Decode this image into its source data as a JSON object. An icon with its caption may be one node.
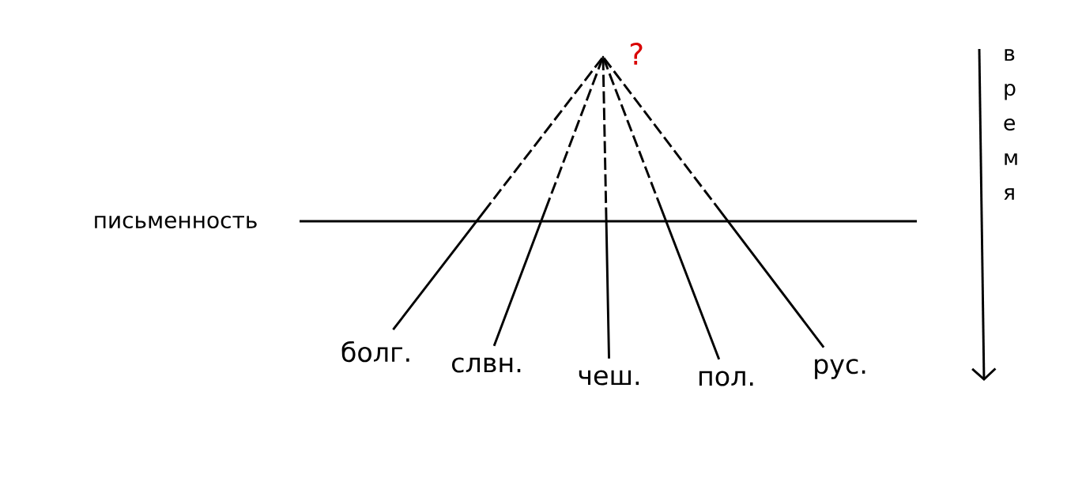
{
  "diagram": {
    "nodes": [
      {
        "text": [],
        "shape": "point",
        "beside": [
          "?"
        ]
      },
      {
        "text": [
          "болг."
        ]
      },
      {
        "text": [
          "слвн."
        ]
      },
      {
        "text": [
          "чеш."
        ]
      },
      {
        "text": [
          "пол."
        ]
      },
      {
        "text": [
          "рус."
        ]
      }
    ],
    "edges": [
      {
        "from": 0,
        "to": 1,
        "arrow": "none",
        "style": "dashed"
      },
      {
        "from": 0,
        "to": 2,
        "arrow": "none",
        "style": "dashed"
      },
      {
        "from": 0,
        "to": 3,
        "arrow": "none",
        "style": "dashed"
      },
      {
        "from": 0,
        "to": 4,
        "arrow": "none",
        "style": "dashed"
      },
      {
        "from": 0,
        "to": 5,
        "arrow": "none",
        "style": "dashed"
      }
    ],
    "labels": [
      "письменность",
      "время"
    ]
  }
}
